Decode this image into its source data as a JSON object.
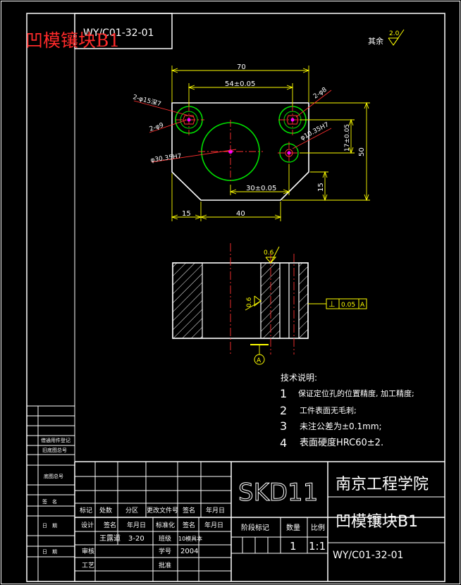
{
  "overlay_title": "凹模镶块B1",
  "drawing_code_box": "WY/C01-32-01",
  "surface_finish_general": {
    "prefix": "其余",
    "value": "2.0"
  },
  "dimensions": {
    "width_total": "70",
    "hole_spacing_top": "54±0.05",
    "hole_spacing_bottom": "30±0.05",
    "height_total": "50",
    "vert_17": "17±0.05",
    "chamfer_height": "15",
    "chamfer_left": "15",
    "bottom_width": "40",
    "counterbore": "2-φ15深7",
    "bolt_hole": "2-φ9",
    "pin_hole": "2-φ8",
    "small_hole": "φ10.35H7",
    "big_hole": "φ30.35H7"
  },
  "section_view": {
    "roughness_top": "0.6",
    "roughness_side": "0.6",
    "tolerance_symbol": "⊥",
    "tolerance_value": "0.05",
    "tolerance_datum": "A",
    "datum_label": "A"
  },
  "tech_notes": {
    "heading": "技术说明:",
    "items": [
      {
        "num": "1",
        "text": "保证定位孔的位置精度, 加工精度;"
      },
      {
        "num": "2",
        "text": "工件表面无毛刺;"
      },
      {
        "num": "3",
        "text": "未注公差为±0.1mm;"
      },
      {
        "num": "4",
        "text": "表面硬度HRC60±2."
      }
    ]
  },
  "side_labels": [
    "借通用件登记",
    "旧底图总号",
    "底图总号",
    "签　名",
    "日　期",
    "日　期"
  ],
  "title_block": {
    "material": "SKD11",
    "school": "南京工程学院",
    "part_name": "凹模镶块B1",
    "drawing_code": "WY/C01-32-01",
    "headers": [
      "标记",
      "处数",
      "分区",
      "更改文件号",
      "签名",
      "年月日"
    ],
    "row_design": [
      "设计",
      "签名",
      "年月日",
      "标准化",
      "签名",
      "年月日"
    ],
    "designer": "王露道",
    "design_date": "3-20",
    "class_label": "班级",
    "class_value": "10模具本",
    "student_id_label": "学号",
    "student_id": "2004",
    "reviewer_label": "审核",
    "process_label": "工艺",
    "approve_label": "批准",
    "stage_label": "阶段标记",
    "weight_label": "数量",
    "scale_label": "比例",
    "quantity": "1",
    "scale": "1:1"
  }
}
